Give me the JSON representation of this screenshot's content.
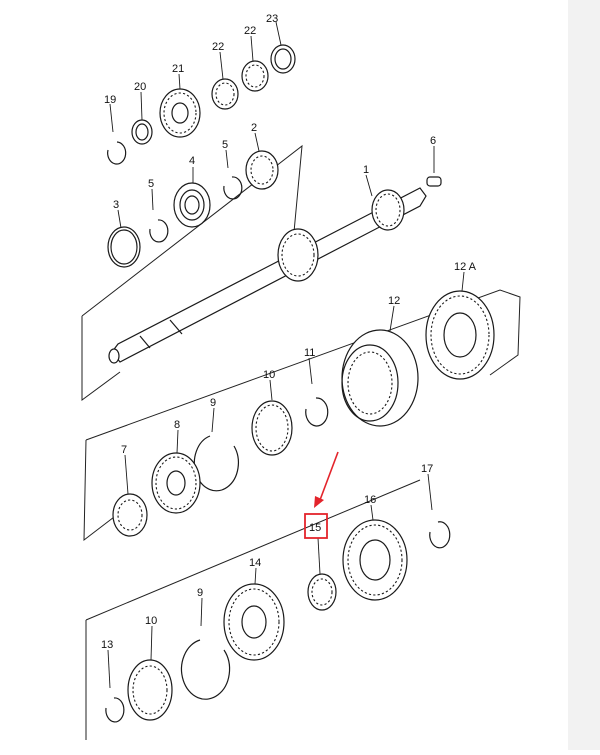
{
  "diagram": {
    "highlight_color": "#e3242b",
    "labels": {
      "p1": "1",
      "p2": "2",
      "p3": "3",
      "p4": "4",
      "p5a": "5",
      "p5b": "5",
      "p6": "6",
      "p7": "7",
      "p8": "8",
      "p9a": "9",
      "p9b": "9",
      "p10a": "10",
      "p10b": "10",
      "p11": "11",
      "p12": "12",
      "p12a": "12 A",
      "p13": "13",
      "p14": "14",
      "p15": "15",
      "p16": "16",
      "p17": "17",
      "p19": "19",
      "p20": "20",
      "p21": "21",
      "p22a": "22",
      "p22b": "22",
      "p23": "23"
    }
  }
}
